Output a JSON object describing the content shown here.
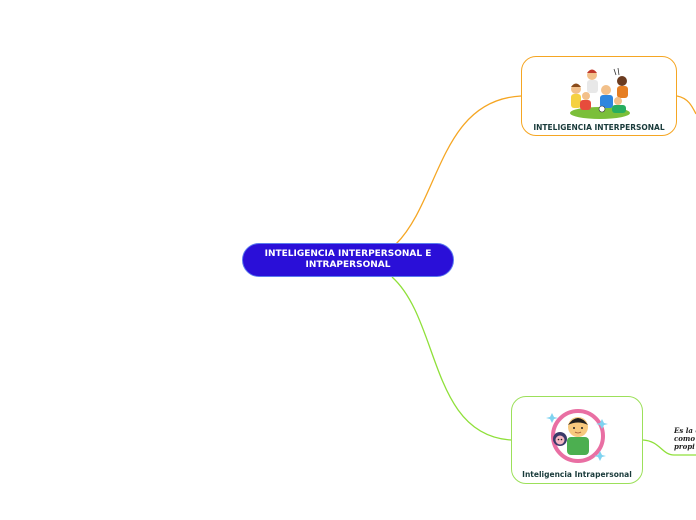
{
  "central_topic": {
    "label": "INTELIGENCIA INTERPERSONAL E INTRAPERSONAL",
    "color": "#2a0fd8"
  },
  "branches": [
    {
      "id": "interpersonal",
      "label": "INTELIGENCIA INTERPERSONAL",
      "image": "group-of-children-illustration",
      "border_color": "#f5a623"
    },
    {
      "id": "intrapersonal",
      "label": "Inteligencia Intrapersonal",
      "image": "child-in-mirror-illustration",
      "border_color": "#9ce05a"
    }
  ],
  "intrapersonal_note": {
    "lines": [
      "Es la c",
      "como",
      "propi"
    ]
  }
}
